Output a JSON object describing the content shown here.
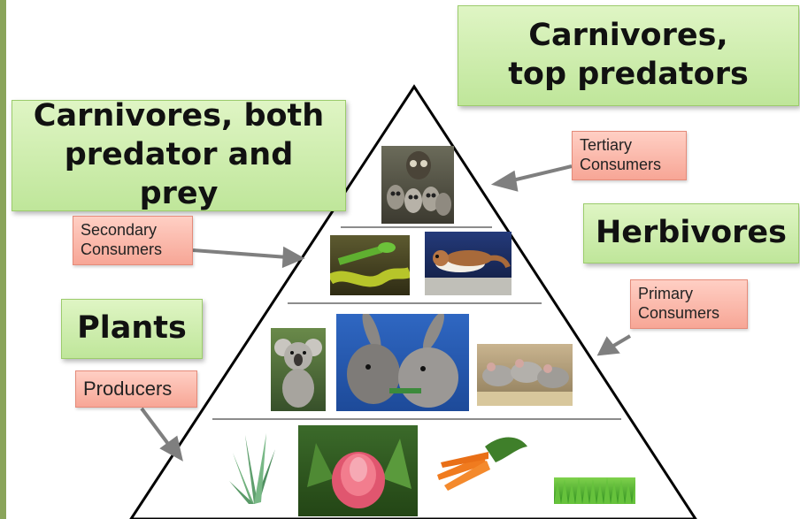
{
  "labels": {
    "top_predators": "Carnivores, top predators",
    "predator_prey": "Carnivores, both predator and prey",
    "herbivores": "Herbivores",
    "plants": "Plants"
  },
  "levels": {
    "tertiary": "Tertiary Consumers",
    "secondary": "Secondary Consumers",
    "primary": "Primary Consumers",
    "producers": "Producers"
  },
  "icons": {
    "owls": "owl-family-photo",
    "snake": "green-snake-photo",
    "stoat": "stoat-photo",
    "koala": "koala-photo",
    "rabbits": "rabbits-photo",
    "mice": "mice-photo",
    "aloe": "aloe-plant-photo",
    "protea": "protea-flower-photo",
    "carrots": "carrots-photo",
    "grass": "grass-photo"
  },
  "colors": {
    "green_label": "#c8ecaa",
    "pink_label": "#fbb8a8",
    "arrow": "#7f7f7f",
    "pyramid_outline": "#000000"
  }
}
